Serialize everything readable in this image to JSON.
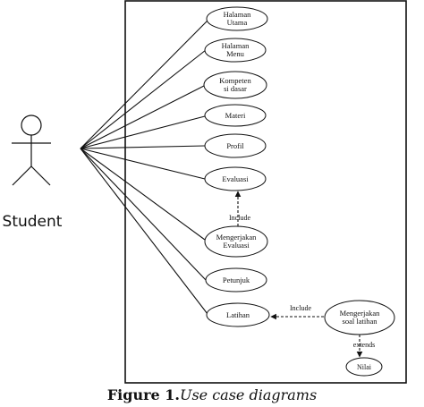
{
  "actor": {
    "label": "Student"
  },
  "use_cases": [
    {
      "id": "uc1",
      "lines": [
        "Halaman",
        "Utama"
      ]
    },
    {
      "id": "uc2",
      "lines": [
        "Halaman",
        "Menu"
      ]
    },
    {
      "id": "uc3",
      "lines": [
        "Kompeten",
        "si dasar"
      ]
    },
    {
      "id": "uc4",
      "lines": [
        "Materi"
      ]
    },
    {
      "id": "uc5",
      "lines": [
        "Profil"
      ]
    },
    {
      "id": "uc6",
      "lines": [
        "Evaluasi"
      ]
    },
    {
      "id": "uc7",
      "lines": [
        "Mengerjakan",
        "Evaluasi"
      ]
    },
    {
      "id": "uc8",
      "lines": [
        "Petunjuk"
      ]
    },
    {
      "id": "uc9",
      "lines": [
        "Latihan"
      ]
    },
    {
      "id": "uc10",
      "lines": [
        "Mengerjakan",
        "soal latihan"
      ]
    },
    {
      "id": "uc11",
      "lines": [
        "Nilai"
      ]
    }
  ],
  "relations": {
    "include_evaluasi": "Include",
    "include_latihan": "Include",
    "extend_nilai": "extends"
  },
  "caption": {
    "number": "Figure 1.",
    "text": "Use case diagrams"
  }
}
